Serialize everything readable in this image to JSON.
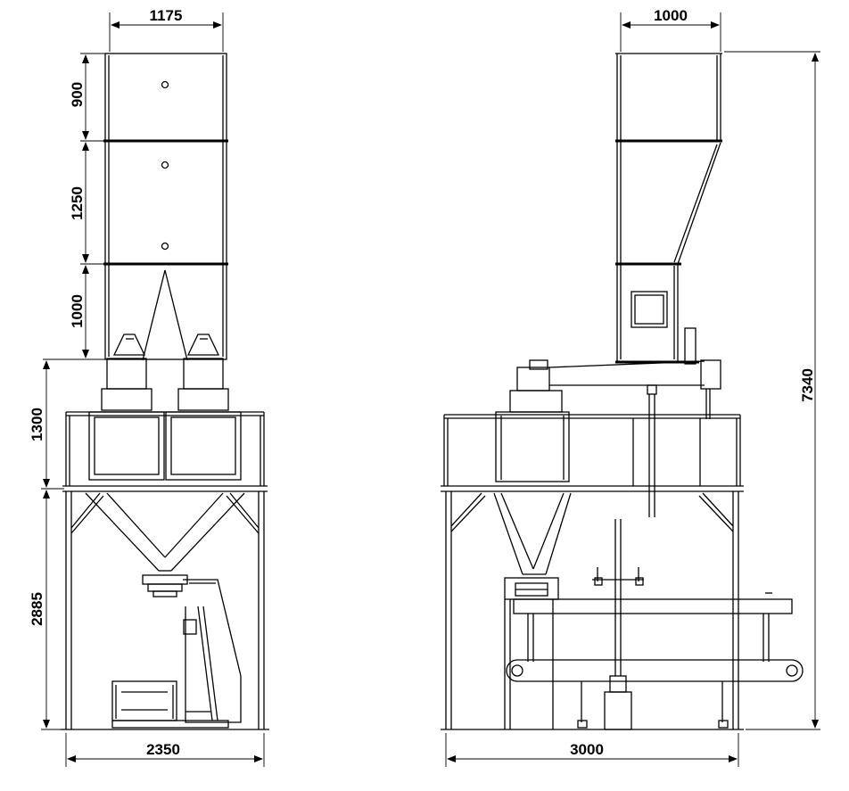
{
  "front_view": {
    "dims": {
      "top_width": "1175",
      "section_1": "900",
      "section_2": "1250",
      "section_3": "1000",
      "platform": "1300",
      "frame_height": "2885",
      "base_width": "2350"
    }
  },
  "side_view": {
    "dims": {
      "top_width": "1000",
      "overall_height": "7340",
      "base_width": "3000"
    }
  },
  "colors": {
    "line": "#000000",
    "background": "#ffffff"
  }
}
